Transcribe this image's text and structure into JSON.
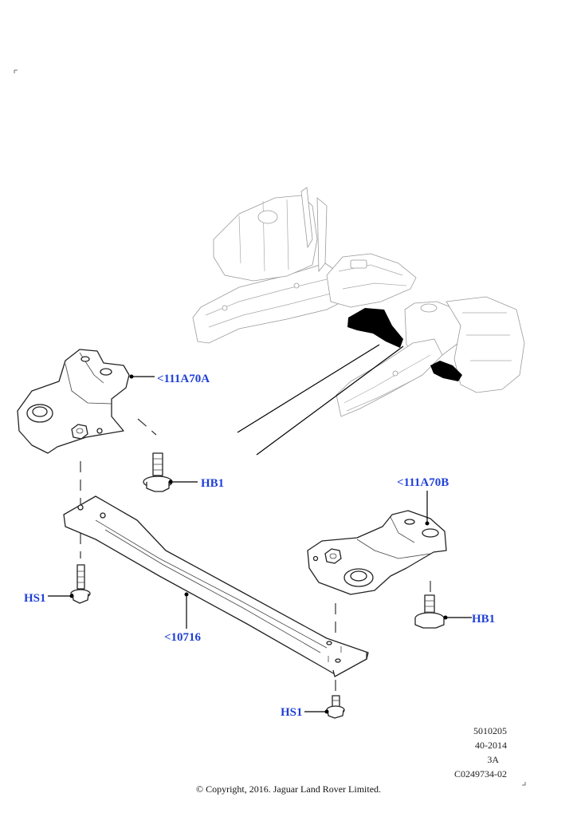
{
  "callouts": {
    "bracket_left": "<111A70A",
    "bracket_right": "<111A70B",
    "crossmember": "<10716",
    "bolt_hb1_left": "HB1",
    "bolt_hb1_right": "HB1",
    "bolt_hs1_left": "HS1",
    "bolt_hs1_bottom": "HS1"
  },
  "reference": {
    "line1": "5010205",
    "line2": "40-2014",
    "line3": "3A",
    "line4": "C0249734-02"
  },
  "copyright": "© Copyright, 2016. Jaguar Land Rover Limited.",
  "colors": {
    "callout": "#1f3fd8",
    "highlight": "#000000"
  }
}
